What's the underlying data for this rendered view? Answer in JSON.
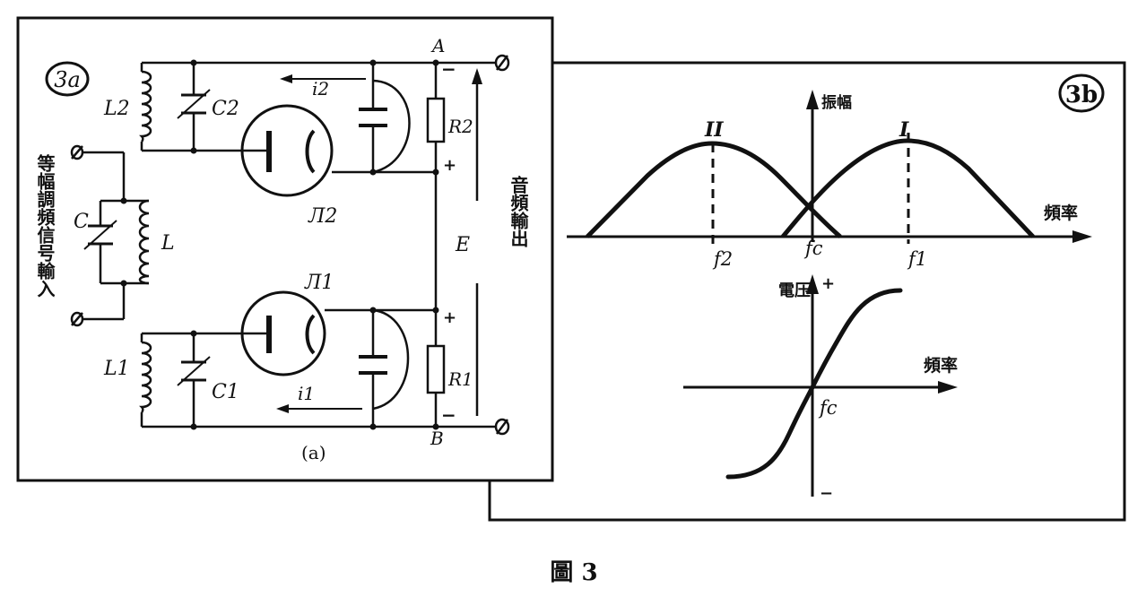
{
  "figure": {
    "caption": "圖 3"
  },
  "panel_a": {
    "badge": "3a",
    "sublabel": "(a)",
    "input_label": "等幅調頻信号輸入",
    "output_label": "音頻輸出",
    "components": {
      "L2": "L2",
      "C2": "C2",
      "L": "L",
      "C": "C",
      "L1": "L1",
      "C1": "C1",
      "R2": "R2",
      "R1": "R1",
      "tube2": "Л2",
      "tube1": "Л1",
      "i2": "i2",
      "i1": "i1",
      "E": "E",
      "A": "A",
      "B": "B"
    },
    "polarity": {
      "top_minus": "−",
      "r2_plus": "+",
      "r1_plus": "+",
      "bottom_minus": "−"
    }
  },
  "panel_b": {
    "badge": "3b",
    "top_plot": {
      "ylabel": "振幅",
      "xlabel": "頻率",
      "curve_labels": {
        "II": "II",
        "I": "I"
      },
      "ticks": {
        "f2": "f2",
        "fc": "fc",
        "f1": "f1"
      }
    },
    "bottom_plot": {
      "ylabel": "電压",
      "plus": "+",
      "minus": "−",
      "xlabel": "頻率",
      "center_tick": "fc"
    }
  }
}
